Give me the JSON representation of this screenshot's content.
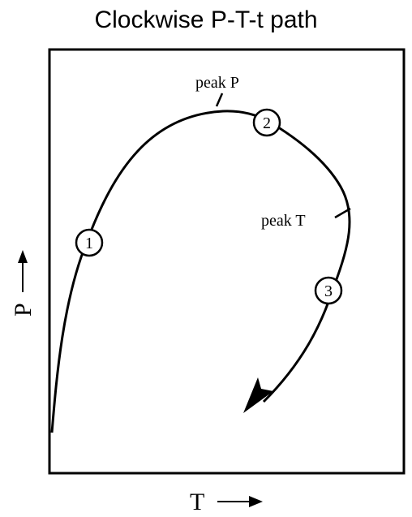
{
  "title": "Clockwise P-T-t path",
  "axes": {
    "x_label": "T",
    "y_label": "P",
    "arrow_direction": "increasing"
  },
  "annotations": {
    "peak_p": "peak P",
    "peak_t": "peak T"
  },
  "stage_markers": [
    "1",
    "2",
    "3"
  ],
  "path": {
    "direction": "clockwise",
    "color": "#000000"
  }
}
